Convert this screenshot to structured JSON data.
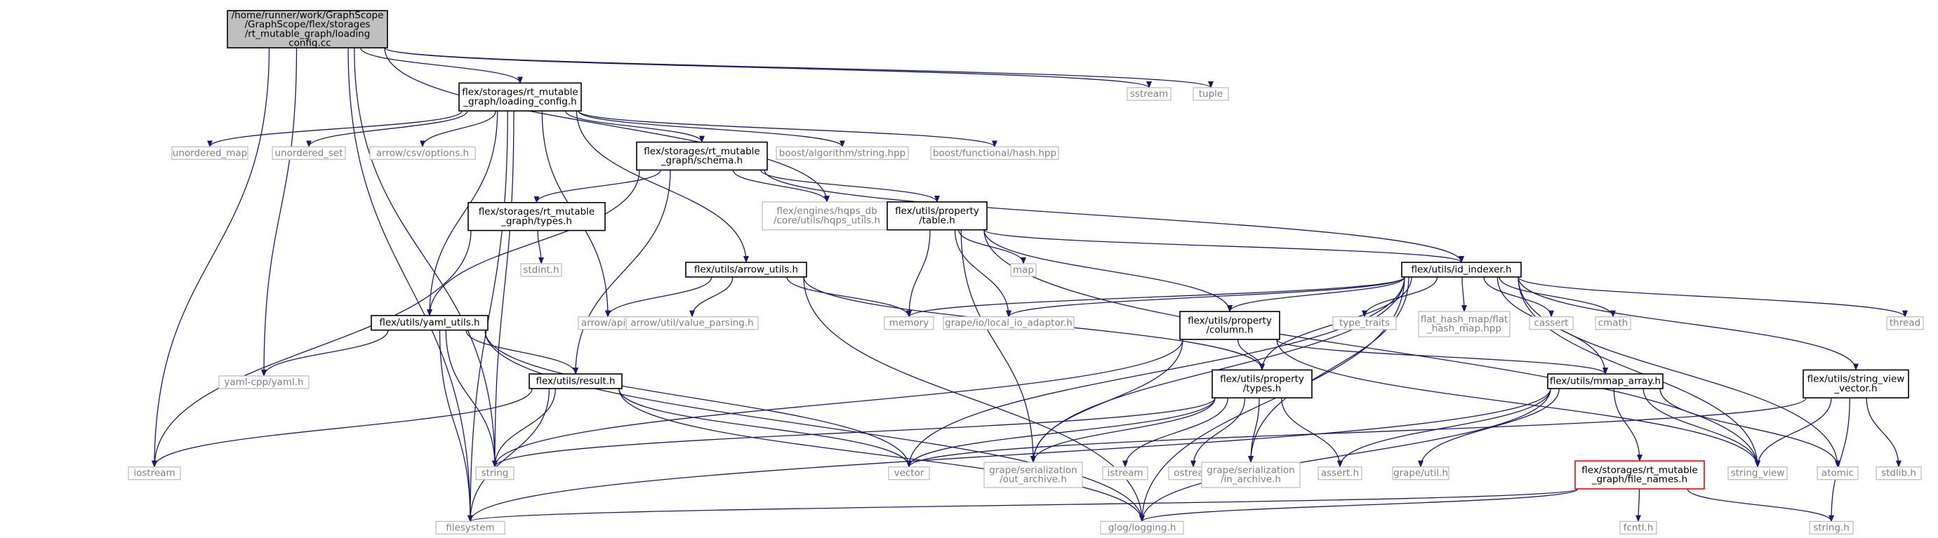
{
  "graph": {
    "nodes": [
      {
        "id": "root",
        "kind": "root",
        "lines": [
          "/home/runner/work/GraphScope",
          "/GraphScope/flex/storages",
          "/rt_mutable_graph/loading",
          "_config.cc"
        ]
      },
      {
        "id": "loading_config_h",
        "kind": "int",
        "lines": [
          "flex/storages/rt_mutable",
          "_graph/loading_config.h"
        ]
      },
      {
        "id": "sstream",
        "kind": "sys",
        "lines": [
          "sstream"
        ]
      },
      {
        "id": "tuple",
        "kind": "sys",
        "lines": [
          "tuple"
        ]
      },
      {
        "id": "unordered_map",
        "kind": "sys",
        "lines": [
          "unordered_map"
        ]
      },
      {
        "id": "unordered_set",
        "kind": "sys",
        "lines": [
          "unordered_set"
        ]
      },
      {
        "id": "arrow_csv_options",
        "kind": "sys",
        "lines": [
          "arrow/csv/options.h"
        ]
      },
      {
        "id": "schema_h",
        "kind": "int",
        "lines": [
          "flex/storages/rt_mutable",
          "_graph/schema.h"
        ]
      },
      {
        "id": "boost_string",
        "kind": "sys",
        "lines": [
          "boost/algorithm/string.hpp"
        ]
      },
      {
        "id": "boost_hash",
        "kind": "sys",
        "lines": [
          "boost/functional/hash.hpp"
        ]
      },
      {
        "id": "hqps_utils",
        "kind": "sys",
        "lines": [
          "flex/engines/hqps_db",
          "/core/utils/hqps_utils.h"
        ]
      },
      {
        "id": "types_h_rt",
        "kind": "int",
        "lines": [
          "flex/storages/rt_mutable",
          "_graph/types.h"
        ]
      },
      {
        "id": "table_h",
        "kind": "int",
        "lines": [
          "flex/utils/property",
          "/table.h"
        ]
      },
      {
        "id": "stdint",
        "kind": "sys",
        "lines": [
          "stdint.h"
        ]
      },
      {
        "id": "map",
        "kind": "sys",
        "lines": [
          "map"
        ]
      },
      {
        "id": "arrow_utils",
        "kind": "int",
        "lines": [
          "flex/utils/arrow_utils.h"
        ]
      },
      {
        "id": "id_indexer",
        "kind": "int",
        "lines": [
          "flex/utils/id_indexer.h"
        ]
      },
      {
        "id": "yaml_utils",
        "kind": "int",
        "lines": [
          "flex/utils/yaml_utils.h"
        ]
      },
      {
        "id": "arrow_api",
        "kind": "sys",
        "lines": [
          "arrow/api.h"
        ]
      },
      {
        "id": "value_parsing",
        "kind": "sys",
        "lines": [
          "arrow/util/value_parsing.h"
        ]
      },
      {
        "id": "memory",
        "kind": "sys",
        "lines": [
          "memory"
        ]
      },
      {
        "id": "local_io",
        "kind": "sys",
        "lines": [
          "grape/io/local_io_adaptor.h"
        ]
      },
      {
        "id": "column_h",
        "kind": "int",
        "lines": [
          "flex/utils/property",
          "/column.h"
        ]
      },
      {
        "id": "type_traits",
        "kind": "sys",
        "lines": [
          "type_traits"
        ]
      },
      {
        "id": "flat_hash_map",
        "kind": "sys",
        "lines": [
          "flat_hash_map/flat",
          "_hash_map.hpp"
        ]
      },
      {
        "id": "cassert",
        "kind": "sys",
        "lines": [
          "cassert"
        ]
      },
      {
        "id": "cmath",
        "kind": "sys",
        "lines": [
          "cmath"
        ]
      },
      {
        "id": "thread",
        "kind": "sys",
        "lines": [
          "thread"
        ]
      },
      {
        "id": "yaml_cpp",
        "kind": "sys",
        "lines": [
          "yaml-cpp/yaml.h"
        ]
      },
      {
        "id": "result_h",
        "kind": "int",
        "lines": [
          "flex/utils/result.h"
        ]
      },
      {
        "id": "prop_types",
        "kind": "int",
        "lines": [
          "flex/utils/property",
          "/types.h"
        ]
      },
      {
        "id": "mmap_array",
        "kind": "int",
        "lines": [
          "flex/utils/mmap_array.h"
        ]
      },
      {
        "id": "string_view_vector",
        "kind": "int",
        "lines": [
          "flex/utils/string_view",
          "_vector.h"
        ]
      },
      {
        "id": "iostream",
        "kind": "sys",
        "lines": [
          "iostream"
        ]
      },
      {
        "id": "string",
        "kind": "sys",
        "lines": [
          "string"
        ]
      },
      {
        "id": "vector",
        "kind": "sys",
        "lines": [
          "vector"
        ]
      },
      {
        "id": "out_archive",
        "kind": "sys",
        "lines": [
          "grape/serialization",
          "/out_archive.h"
        ]
      },
      {
        "id": "istream",
        "kind": "sys",
        "lines": [
          "istream"
        ]
      },
      {
        "id": "ostream",
        "kind": "sys",
        "lines": [
          "ostream"
        ]
      },
      {
        "id": "in_archive",
        "kind": "sys",
        "lines": [
          "grape/serialization",
          "/in_archive.h"
        ]
      },
      {
        "id": "assert_h",
        "kind": "sys",
        "lines": [
          "assert.h"
        ]
      },
      {
        "id": "grape_util",
        "kind": "sys",
        "lines": [
          "grape/util.h"
        ]
      },
      {
        "id": "file_names",
        "kind": "red",
        "lines": [
          "flex/storages/rt_mutable",
          "_graph/file_names.h"
        ]
      },
      {
        "id": "string_view",
        "kind": "sys",
        "lines": [
          "string_view"
        ]
      },
      {
        "id": "atomic",
        "kind": "sys",
        "lines": [
          "atomic"
        ]
      },
      {
        "id": "stdlib",
        "kind": "sys",
        "lines": [
          "stdlib.h"
        ]
      },
      {
        "id": "filesystem",
        "kind": "sys",
        "lines": [
          "filesystem"
        ]
      },
      {
        "id": "glog",
        "kind": "sys",
        "lines": [
          "glog/logging.h"
        ]
      },
      {
        "id": "fcntl",
        "kind": "sys",
        "lines": [
          "fcntl.h"
        ]
      },
      {
        "id": "string_h",
        "kind": "sys",
        "lines": [
          "string.h"
        ]
      }
    ],
    "edges": [
      [
        "root",
        "loading_config_h"
      ],
      [
        "root",
        "sstream"
      ],
      [
        "root",
        "tuple"
      ],
      [
        "root",
        "hqps_utils"
      ],
      [
        "root",
        "yaml_cpp"
      ],
      [
        "root",
        "iostream"
      ],
      [
        "root",
        "string"
      ],
      [
        "root",
        "filesystem"
      ],
      [
        "loading_config_h",
        "unordered_map"
      ],
      [
        "loading_config_h",
        "unordered_set"
      ],
      [
        "loading_config_h",
        "arrow_csv_options"
      ],
      [
        "loading_config_h",
        "schema_h"
      ],
      [
        "loading_config_h",
        "boost_string"
      ],
      [
        "loading_config_h",
        "boost_hash"
      ],
      [
        "loading_config_h",
        "arrow_utils"
      ],
      [
        "loading_config_h",
        "yaml_utils"
      ],
      [
        "loading_config_h",
        "arrow_api"
      ],
      [
        "loading_config_h",
        "string"
      ],
      [
        "loading_config_h",
        "filesystem"
      ],
      [
        "schema_h",
        "types_h_rt"
      ],
      [
        "schema_h",
        "table_h"
      ],
      [
        "schema_h",
        "hqps_utils"
      ],
      [
        "schema_h",
        "id_indexer"
      ],
      [
        "schema_h",
        "yaml_utils"
      ],
      [
        "schema_h",
        "result_h"
      ],
      [
        "types_h_rt",
        "stdint"
      ],
      [
        "types_h_rt",
        "iostream"
      ],
      [
        "table_h",
        "map"
      ],
      [
        "table_h",
        "memory"
      ],
      [
        "table_h",
        "local_io"
      ],
      [
        "table_h",
        "column_h"
      ],
      [
        "table_h",
        "id_indexer"
      ],
      [
        "table_h",
        "out_archive"
      ],
      [
        "table_h",
        "string_view"
      ],
      [
        "arrow_utils",
        "arrow_api"
      ],
      [
        "arrow_utils",
        "value_parsing"
      ],
      [
        "arrow_utils",
        "memory"
      ],
      [
        "arrow_utils",
        "prop_types"
      ],
      [
        "arrow_utils",
        "glog"
      ],
      [
        "id_indexer",
        "memory"
      ],
      [
        "id_indexer",
        "local_io"
      ],
      [
        "id_indexer",
        "column_h"
      ],
      [
        "id_indexer",
        "type_traits"
      ],
      [
        "id_indexer",
        "flat_hash_map"
      ],
      [
        "id_indexer",
        "cassert"
      ],
      [
        "id_indexer",
        "cmath"
      ],
      [
        "id_indexer",
        "thread"
      ],
      [
        "id_indexer",
        "string_view_vector"
      ],
      [
        "id_indexer",
        "mmap_array"
      ],
      [
        "id_indexer",
        "prop_types"
      ],
      [
        "id_indexer",
        "vector"
      ],
      [
        "id_indexer",
        "out_archive"
      ],
      [
        "id_indexer",
        "in_archive"
      ],
      [
        "id_indexer",
        "string_view"
      ],
      [
        "id_indexer",
        "atomic"
      ],
      [
        "id_indexer",
        "glog"
      ],
      [
        "yaml_utils",
        "yaml_cpp"
      ],
      [
        "yaml_utils",
        "result_h"
      ],
      [
        "yaml_utils",
        "string"
      ],
      [
        "yaml_utils",
        "vector"
      ],
      [
        "yaml_utils",
        "filesystem"
      ],
      [
        "yaml_utils",
        "glog"
      ],
      [
        "result_h",
        "iostream"
      ],
      [
        "result_h",
        "string"
      ],
      [
        "result_h",
        "vector"
      ],
      [
        "result_h",
        "filesystem"
      ],
      [
        "result_h",
        "glog"
      ],
      [
        "column_h",
        "prop_types"
      ],
      [
        "column_h",
        "mmap_array"
      ],
      [
        "column_h",
        "string"
      ],
      [
        "column_h",
        "string_view"
      ],
      [
        "column_h",
        "out_archive"
      ],
      [
        "prop_types",
        "vector"
      ],
      [
        "prop_types",
        "out_archive"
      ],
      [
        "prop_types",
        "istream"
      ],
      [
        "prop_types",
        "ostream"
      ],
      [
        "prop_types",
        "in_archive"
      ],
      [
        "prop_types",
        "assert_h"
      ],
      [
        "prop_types",
        "string"
      ],
      [
        "mmap_array",
        "file_names"
      ],
      [
        "mmap_array",
        "grape_util"
      ],
      [
        "mmap_array",
        "assert_h"
      ],
      [
        "mmap_array",
        "string_view"
      ],
      [
        "mmap_array",
        "atomic"
      ],
      [
        "mmap_array",
        "filesystem"
      ],
      [
        "mmap_array",
        "glog"
      ],
      [
        "file_names",
        "fcntl"
      ],
      [
        "file_names",
        "string_h"
      ],
      [
        "file_names",
        "filesystem"
      ],
      [
        "file_names",
        "glog"
      ],
      [
        "string_view_vector",
        "string_view"
      ],
      [
        "string_view_vector",
        "stdlib"
      ],
      [
        "string_view_vector",
        "vector"
      ],
      [
        "string_view_vector",
        "string_h"
      ]
    ]
  }
}
